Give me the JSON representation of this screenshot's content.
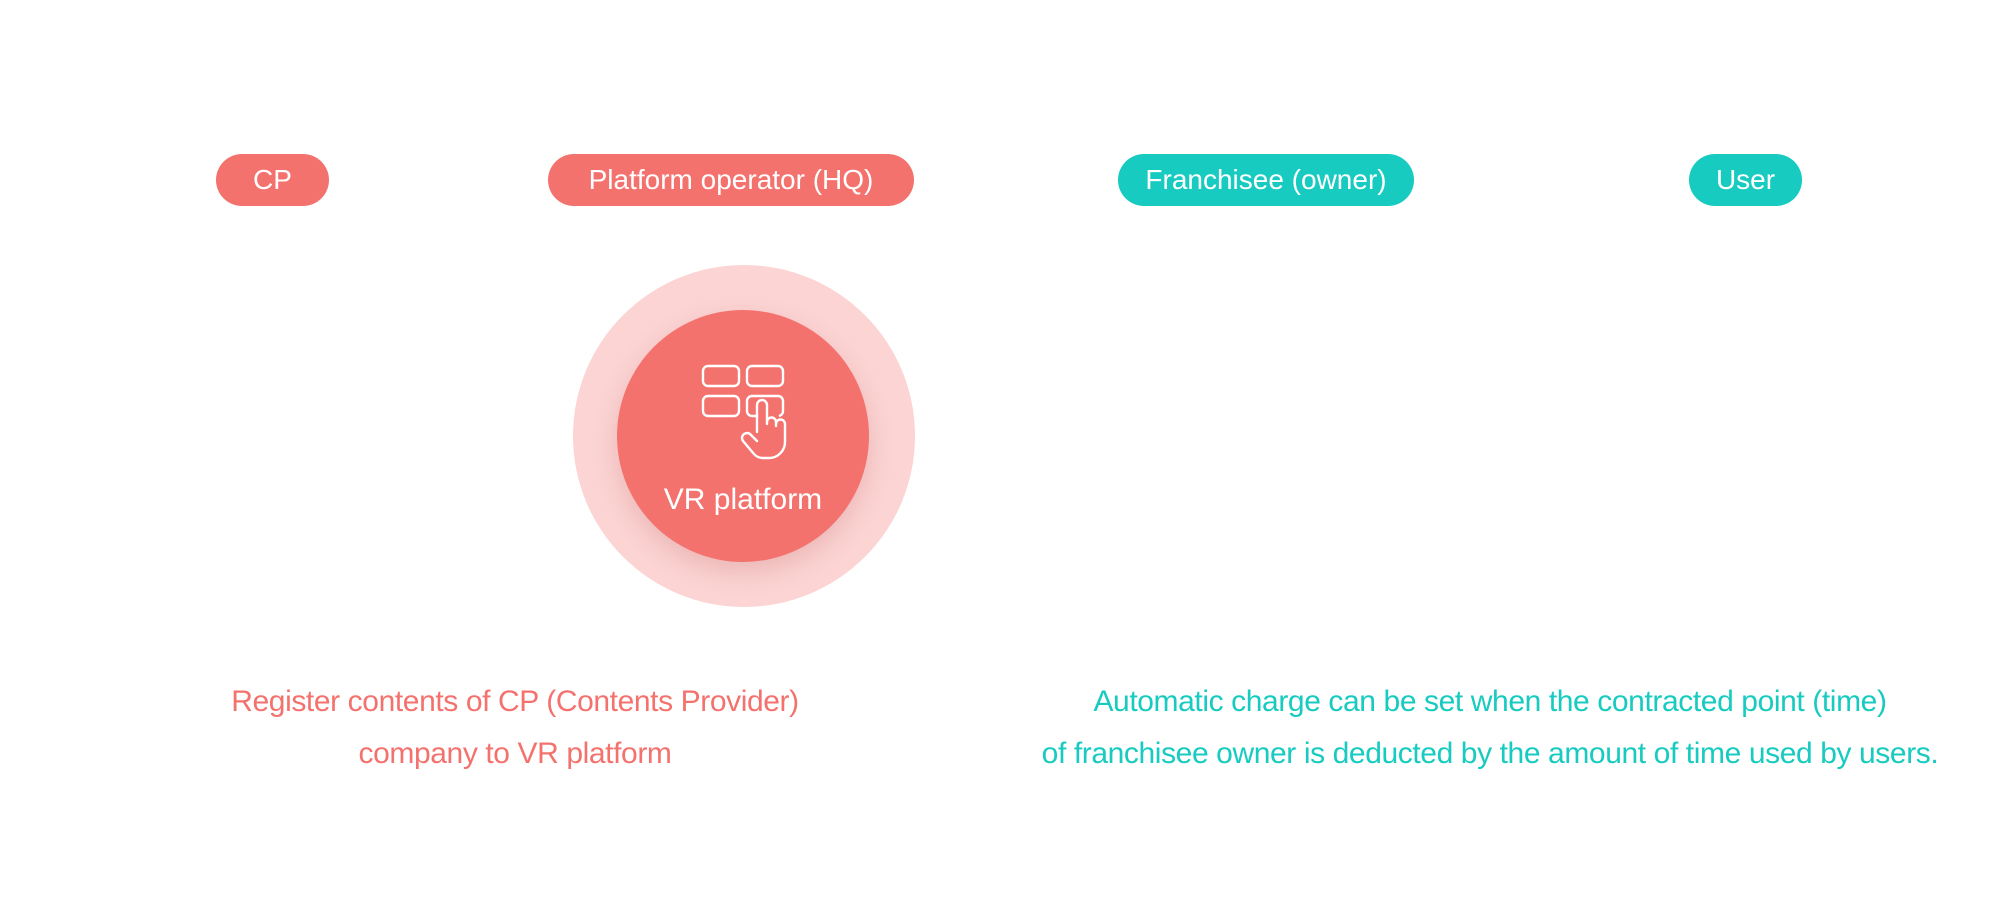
{
  "roles": {
    "cp": "CP",
    "platform_operator": "Platform operator (HQ)",
    "franchisee": "Franchisee (owner)",
    "user": "User"
  },
  "hub": {
    "label": "VR platform",
    "icon": "touch-grid-icon"
  },
  "descriptions": {
    "left": {
      "line1": "Register contents of CP (Contents Provider)",
      "line2": "company to VR platform"
    },
    "right": {
      "line1": "Automatic charge can be set when the contracted point (time)",
      "line2": "of franchisee owner is deducted by the amount of time used by users."
    }
  },
  "colors": {
    "coral": "#F4726E",
    "coral_light": "#FBD4D3",
    "teal": "#17CBC0"
  }
}
